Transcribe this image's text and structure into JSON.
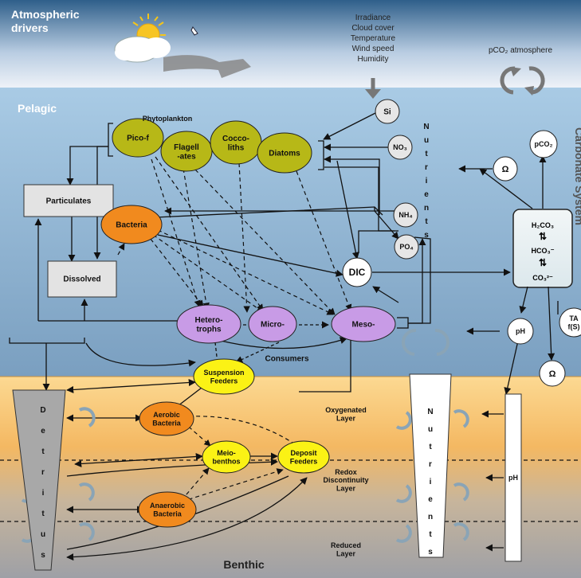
{
  "zones": {
    "atmosphere": "Atmospheric\ndrivers",
    "pelagic": "Pelagic",
    "benthic": "Benthic",
    "carbonate": "Carbonate System"
  },
  "atmospheric_list": [
    "Irradiance",
    "Cloud cover",
    "Temperature",
    "Wind speed",
    "Humidity"
  ],
  "pco2_atm": "pCO₂ atmosphere",
  "labels": {
    "phytoplankton": "Phytoplankton",
    "nutrients_vertical": "Nutrients",
    "consumers": "Consumers",
    "oxygenated": "Oxygenated\nLayer",
    "redox": "Redox\nDiscontinuity\nLayer",
    "reduced": "Reduced\nLayer"
  },
  "phyto": {
    "picof": "Pico-f",
    "flagellates": "Flagell\n-ates",
    "coccoliths": "Cocco-\nliths",
    "diatoms": "Diatoms"
  },
  "boxes": {
    "particulates": "Particulates",
    "dissolved": "Dissolved"
  },
  "bacteria": "Bacteria",
  "consumer_nodes": {
    "heterotrophs": "Hetero-\ntrophs",
    "micro": "Micro-",
    "meso": "Meso-"
  },
  "nutrient_circles": {
    "si": "Si",
    "no3": "NO₃",
    "nh4": "NH₄",
    "po4": "PO₄"
  },
  "carbon": {
    "dic": "DIC",
    "pco2": "pCO₂",
    "omega": "Ω",
    "omega2": "Ω",
    "ph": "pH",
    "ta": "TA\nf(S)",
    "species": [
      "H₂CO₃",
      "HCO₃⁻",
      "CO₃²⁻"
    ]
  },
  "benthic_nodes": {
    "suspension": "Suspension\nFeeders",
    "aerobic": "Aerobic\nBacteria",
    "meio": "Meio-\nbenthos",
    "deposit": "Deposit\nFeeders",
    "anaerobic": "Anaerobic\nBacteria"
  },
  "columns": {
    "detritus": "Detritus",
    "nutrients": "Nutrients",
    "ph": "pH"
  },
  "colors": {
    "sky_top": "#2f5f8a",
    "sky_bottom": "#e8eef6",
    "water_top": "#9ec4e0",
    "water_bottom": "#7da3c4",
    "sediment_top": "#fbd38a",
    "sediment_mid": "#f2b45c",
    "sediment_low": "#b9b2ab",
    "phyto_fill": "#b7b817",
    "consumer_fill": "#c89be6",
    "bacteria_fill": "#f18a1e",
    "benthic_yellow": "#fbf215"
  }
}
